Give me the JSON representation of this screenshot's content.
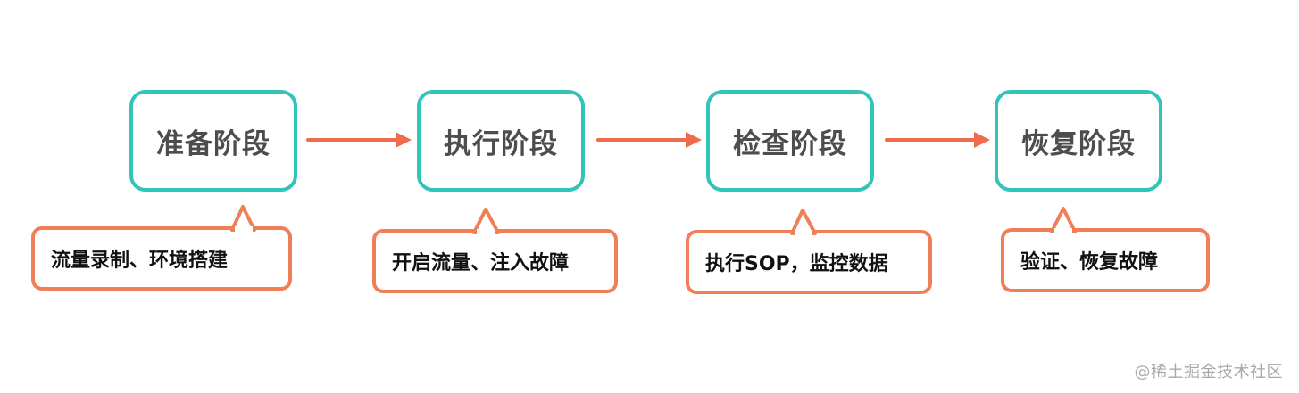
{
  "diagram": {
    "stages": [
      {
        "label": "准备阶段"
      },
      {
        "label": "执行阶段"
      },
      {
        "label": "检查阶段"
      },
      {
        "label": "恢复阶段"
      }
    ],
    "notes": [
      {
        "label": "流量录制、环境搭建"
      },
      {
        "label": "开启流量、注入故障"
      },
      {
        "label": "执行SOP，监控数据"
      },
      {
        "label": "验证、恢复故障"
      }
    ],
    "colors": {
      "stage_border": "#33c4b9",
      "arrow": "#f06b4b",
      "note_border": "#ef7f57"
    }
  },
  "watermark": "@稀土掘金技术社区"
}
